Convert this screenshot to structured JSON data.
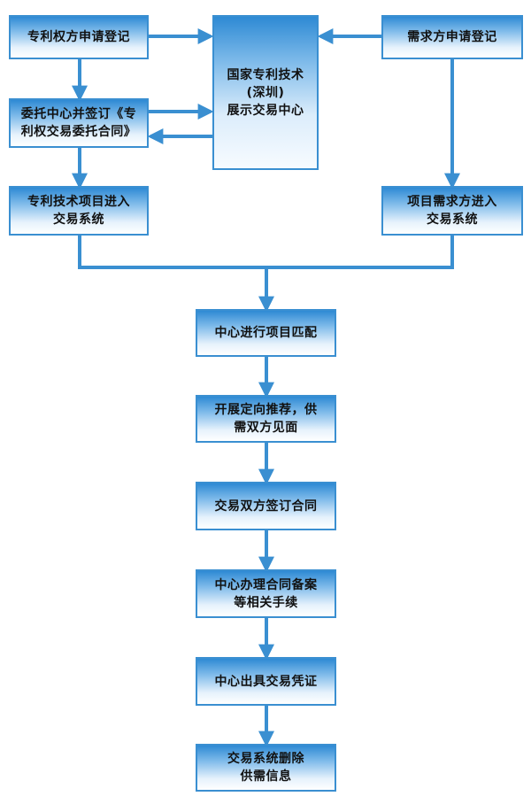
{
  "diagram": {
    "nodes": {
      "patent_owner_register": "专利权方申请登记",
      "center": "国家专利技术\n(深圳)\n展示交易中心",
      "demand_register": "需求方申请登记",
      "entrust_contract": "委托中心并签订《专\n利权交易委托合同》",
      "patent_enter_system": "专利技术项目进入\n交易系统",
      "demand_enter_system": "项目需求方进入\n交易系统",
      "match": "中心进行项目匹配",
      "recommend": "开展定向推荐，供\n需双方见面",
      "sign_contract": "交易双方签订合同",
      "filing": "中心办理合同备案\n等相关手续",
      "voucher": "中心出具交易凭证",
      "delete_info": "交易系统删除\n供需信息"
    },
    "colors": {
      "arrow": "#3a8fd1",
      "box_top": "#2e8ad4",
      "box_bottom": "#ffffff"
    }
  }
}
